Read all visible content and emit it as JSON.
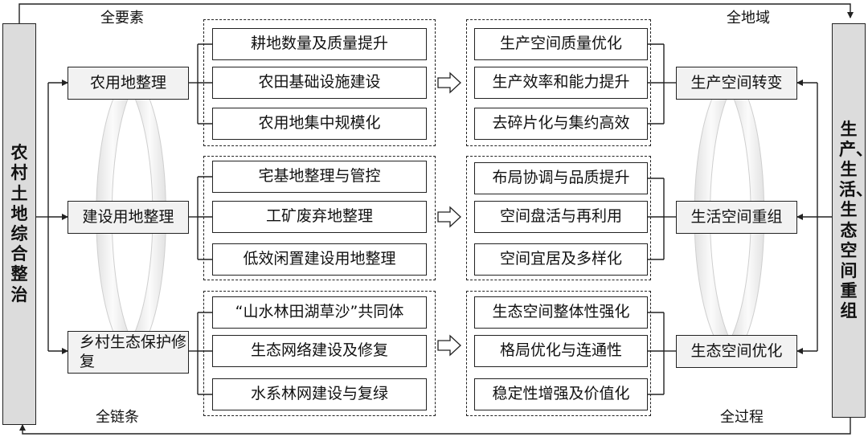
{
  "corners": {
    "top_left": "全要素",
    "top_right": "全地域",
    "bottom_left": "全链条",
    "bottom_right": "全过程"
  },
  "left_bar": "农村土地综合整治",
  "right_bar": "生产、生活、生态空间重组",
  "categories": [
    {
      "label": "农用地整理",
      "measures": [
        "耕地数量及质量提升",
        "农田基础设施建设",
        "农用地集中规模化"
      ]
    },
    {
      "label": "建设用地整理",
      "measures": [
        "宅基地整理与管控",
        "工矿废弃地整理",
        "低效闲置建设用地整理"
      ]
    },
    {
      "label": "乡村生态保护修复",
      "measures": [
        "“山水林田湖草沙”共同体",
        "生态网络建设及修复",
        "水系林网建设与复绿"
      ]
    }
  ],
  "effects": [
    [
      "生产空间质量优化",
      "生产效率和能力提升",
      "去碎片化与集约高效"
    ],
    [
      "布局协调与品质提升",
      "空间盘活与再利用",
      "空间宜居及多样化"
    ],
    [
      "生态空间整体性强化",
      "格局优化与连通性",
      "稳定性增强及价值化"
    ]
  ],
  "outcomes": [
    "生产空间转变",
    "生活空间重组",
    "生态空间优化"
  ],
  "colors": {
    "line": "#222222",
    "bar_fill": "#dcdcdc",
    "box_fill": "#f2f2f2",
    "loop": "#c8c8c8"
  }
}
